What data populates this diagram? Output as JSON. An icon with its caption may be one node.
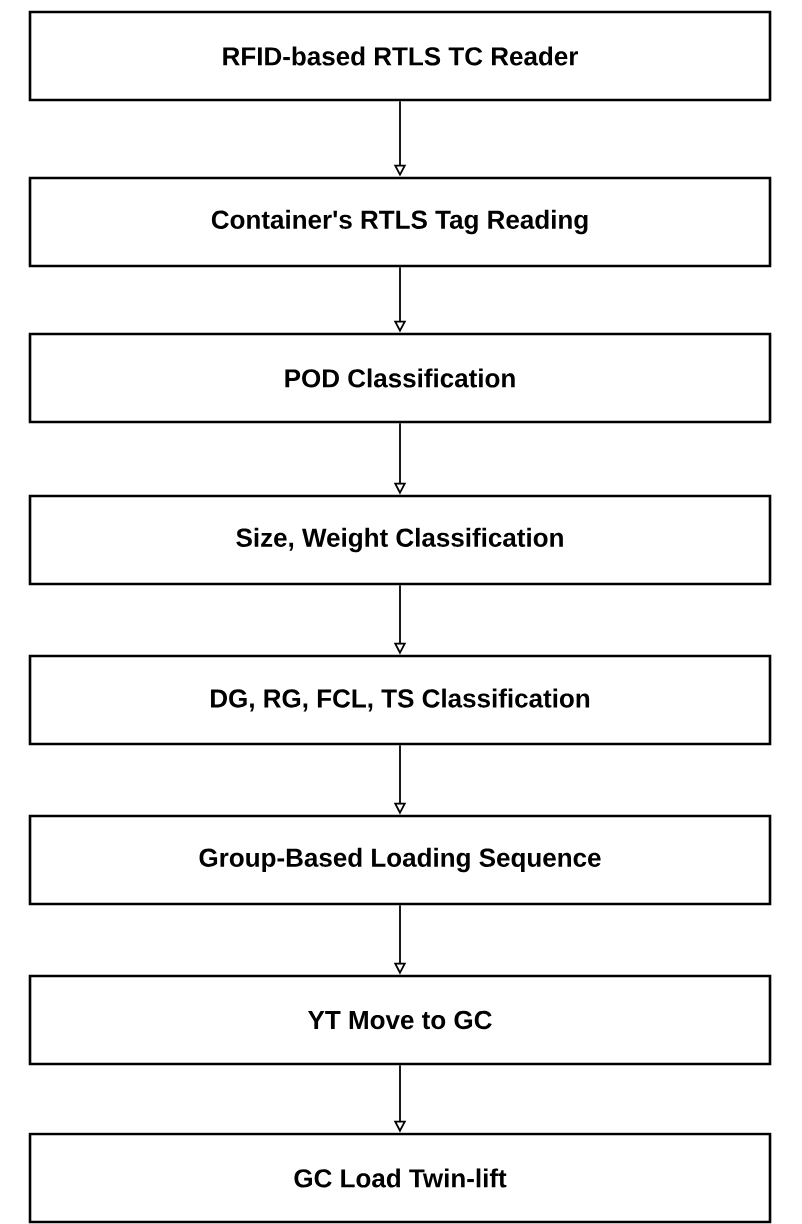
{
  "diagram": {
    "nodes": [
      {
        "text": [
          "RFID-based RTLS TC Reader"
        ]
      },
      {
        "text": [
          "Container's RTLS Tag Reading"
        ]
      },
      {
        "text": [
          "POD Classification"
        ]
      },
      {
        "text": [
          "Size, Weight Classification"
        ]
      },
      {
        "text": [
          "DG, RG, FCL, TS Classification"
        ]
      },
      {
        "text": [
          "Group-Based Loading Sequence"
        ]
      },
      {
        "text": [
          "YT Move to GC"
        ]
      },
      {
        "text": [
          "GC Load Twin-lift"
        ]
      }
    ],
    "edges": [
      {
        "from": 0,
        "to": 1,
        "arrow": "to"
      },
      {
        "from": 1,
        "to": 2,
        "arrow": "to"
      },
      {
        "from": 2,
        "to": 3,
        "arrow": "to"
      },
      {
        "from": 3,
        "to": 4,
        "arrow": "to"
      },
      {
        "from": 4,
        "to": 5,
        "arrow": "to"
      },
      {
        "from": 5,
        "to": 6,
        "arrow": "to"
      },
      {
        "from": 6,
        "to": 7,
        "arrow": "to"
      }
    ]
  }
}
